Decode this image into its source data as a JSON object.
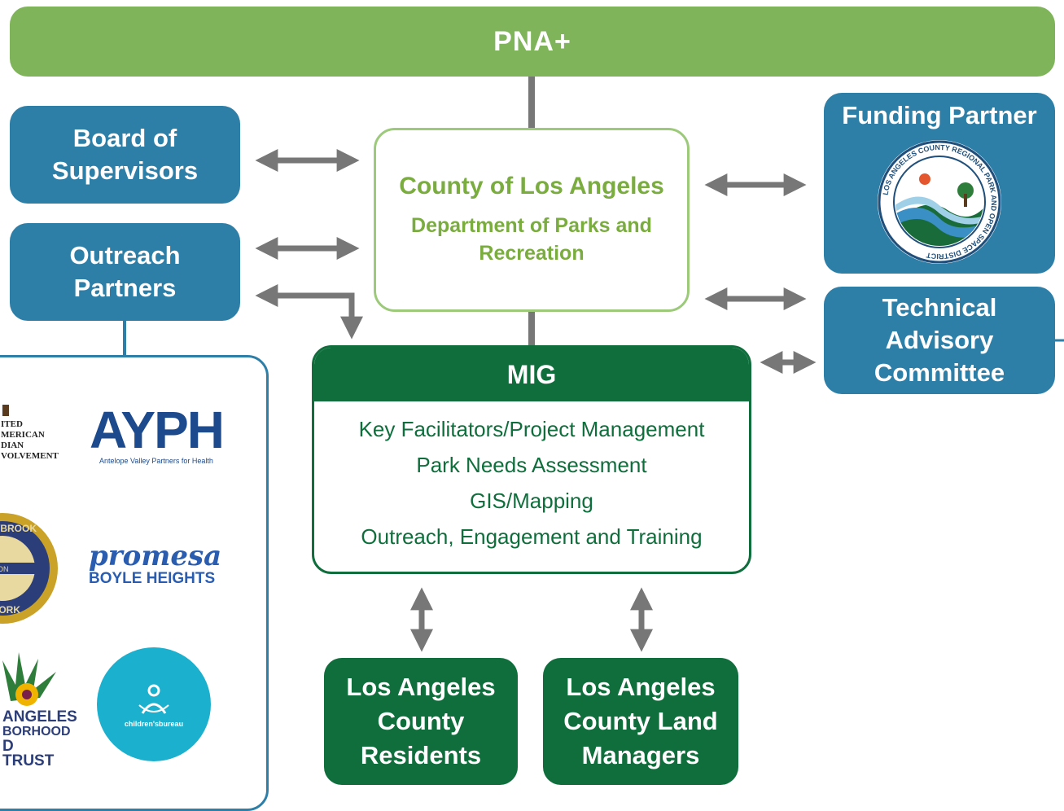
{
  "top_bar": {
    "label": "PNA+"
  },
  "left": {
    "board": [
      "Board of",
      "Supervisors"
    ],
    "outreach": [
      "Outreach",
      "Partners"
    ]
  },
  "right": {
    "funding_title": "Funding Partner",
    "funding_seal_text": "LOS ANGELES COUNTY REGIONAL PARK AND OPEN SPACE DISTRICT",
    "tac": [
      "Technical",
      "Advisory",
      "Committee"
    ]
  },
  "center": {
    "title": "County of Los Angeles",
    "subtitle": [
      "Department of Parks and",
      "Recreation"
    ]
  },
  "mig": {
    "title": "MIG",
    "items": [
      "Key Facilitators/Project Management",
      "Park Needs Assessment",
      "GIS/Mapping",
      "Outreach, Engagement and Training"
    ]
  },
  "bottom": {
    "residents": [
      "Los Angeles",
      "County",
      "Residents"
    ],
    "land": [
      "Los Angeles",
      "County Land",
      "Managers"
    ]
  },
  "partners": {
    "uaii": [
      "ITED",
      "MERICAN",
      "DIAN",
      "VOLVEMENT"
    ],
    "ayph": "AYPH",
    "ayph_sub": "Antelope Valley Partners for Health",
    "willowbrook": [
      "WBROOK",
      "LUSION",
      "WORK"
    ],
    "promesa": "promesa",
    "promesa_sub": "BOYLE HEIGHTS",
    "lant": [
      "ANGELES",
      "BORHOOD",
      "D TRUST"
    ],
    "childrens": "children'sbureau"
  },
  "colors": {
    "lightgreen": "#7fb45a",
    "blue": "#2e7fa8",
    "darkgreen": "#0f6e3c",
    "arrow": "#777777"
  }
}
